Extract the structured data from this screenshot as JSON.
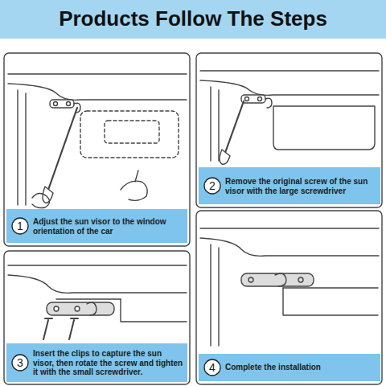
{
  "diagram": {
    "title": "Products Follow The Steps",
    "nodes": [
      {
        "text": [
          "Adjust the sun visor to the window orientation of the car"
        ]
      },
      {
        "text": [
          "1"
        ],
        "in": 0
      },
      {
        "text": [
          "Remove the original screw of the sun visor with the large screwdriver"
        ]
      },
      {
        "text": [
          "2"
        ],
        "in": 2
      },
      {
        "text": [
          "Insert the clips to capture the sun visor, then rotate the screw and tighten it with the small screwdriver."
        ]
      },
      {
        "text": [
          "3"
        ],
        "in": 4
      },
      {
        "text": [
          "Complete the installation"
        ]
      },
      {
        "text": [
          "4"
        ],
        "in": 6
      }
    ]
  }
}
